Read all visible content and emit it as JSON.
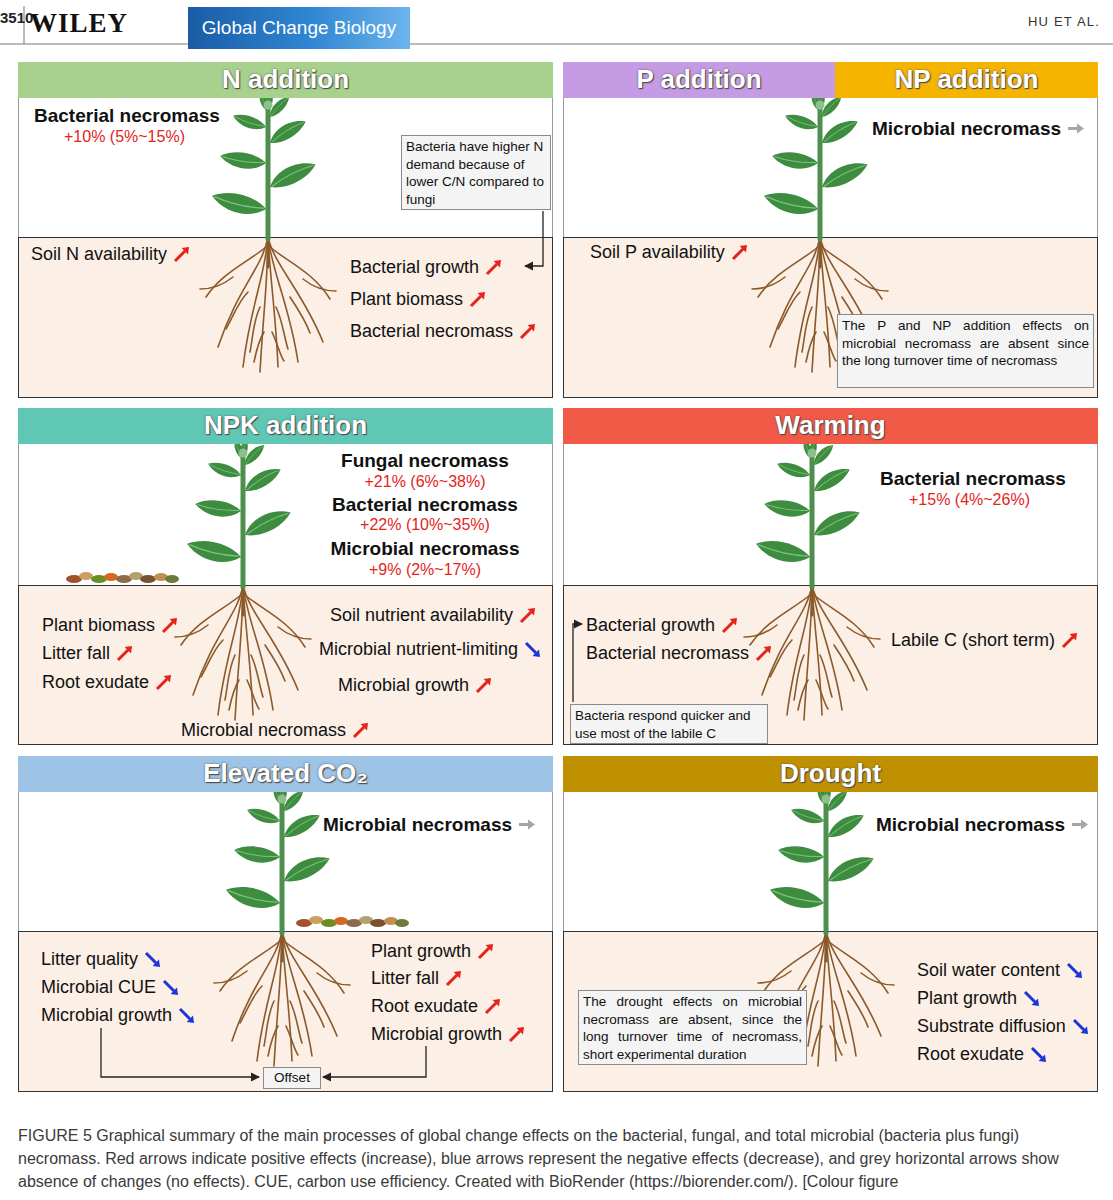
{
  "diagram": {
    "caption": "FIGURE 5 Graphical summary of the main processes of global change effects on the bacterial, fungal, and total microbial (bacteria plus fungi) necromass. Red arrows indicate positive effects (increase), blue arrows represent the negative effects (decrease), and grey horizontal arrows show absence of changes (no effects). CUE, carbon use efficiency. Created with BioRender (https://biorender.com/). [Colour figure",
    "nodes": [
      {
        "text": [
          "N addition",
          "Bacterial necromass",
          "+10% (5%~15%)"
        ]
      },
      {
        "text": [
          "Bacteria have higher N demand because of lower C/N compared to fungi"
        ],
        "in": 0
      },
      {
        "text": [
          "Soil N availability",
          "Bacterial growth",
          "Plant biomass",
          "Bacterial necromass"
        ],
        "in": 0
      },
      {
        "text": [
          "P addition",
          "NP addition",
          "Microbial necromass"
        ]
      },
      {
        "text": [
          "Soil P availability"
        ],
        "in": 3
      },
      {
        "text": [
          "The P and NP addition effects on microbial necromass are absent since the long turnover time of necromass"
        ],
        "in": 4
      },
      {
        "text": [
          "NPK addition",
          "Fungal necromass",
          "+21% (6%~38%)",
          "Bacterial necromass",
          "+22% (10%~35%)",
          "Microbial necromass",
          "+9% (2%~17%)"
        ]
      },
      {
        "text": [
          "Plant biomass",
          "Litter fall",
          "Root exudate",
          "Soil nutrient availability",
          "Microbial nutrient-limiting",
          "Microbial growth",
          "Microbial necromass"
        ],
        "in": 6
      },
      {
        "text": [
          "Warming",
          "Bacterial necromass",
          "+15% (4%~26%)"
        ]
      },
      {
        "text": [
          "Bacterial growth",
          "Bacterial necromass",
          "Labile C (short term)"
        ],
        "in": 8
      },
      {
        "text": [
          "Bacteria respond quicker and use most of the labile C"
        ],
        "in": 9
      },
      {
        "text": [
          "Elevated CO₂",
          "Microbial necromass"
        ]
      },
      {
        "text": [
          "Litter quality",
          "Microbial CUE",
          "Microbial growth",
          "Plant growth",
          "Litter fall",
          "Root exudate",
          "Microbial growth"
        ],
        "in": 11
      },
      {
        "text": [
          "Offset"
        ],
        "in": 12
      },
      {
        "text": [
          "Drought",
          "Microbial necromass"
        ]
      },
      {
        "text": [
          "Soil water content",
          "Plant growth",
          "Substrate diffusion",
          "Root exudate"
        ],
        "in": 14
      },
      {
        "text": [
          "The drought effects on microbial necromass are absent, since the long turnover time of necromass, short experimental duration"
        ],
        "in": 15
      }
    ],
    "labels": [
      "3510",
      "WILEY",
      "Global Change Biology",
      "HU ET AL."
    ]
  }
}
